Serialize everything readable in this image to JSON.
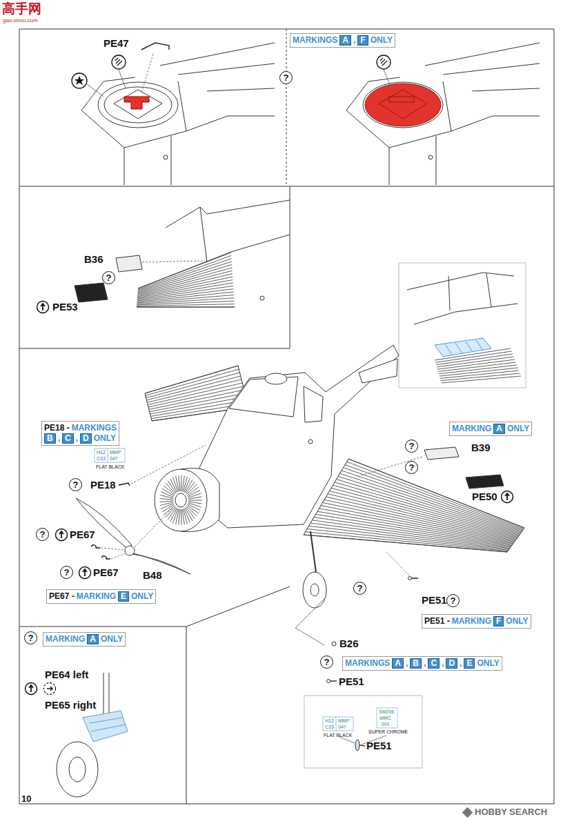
{
  "diagram": {
    "nodes": [
      {
        "text": [
          "MARKINGS",
          "A",
          ",",
          "F",
          "ONLY"
        ]
      },
      {
        "text": [
          "PE18 -",
          "MARKINGS",
          "B",
          ",",
          "C",
          ",",
          "D",
          "ONLY"
        ]
      },
      {
        "text": [
          "MARKING",
          "A",
          "ONLY"
        ]
      },
      {
        "text": [
          "PE67 -",
          "MARKING",
          "E",
          "ONLY"
        ]
      },
      {
        "text": [
          "PE51 -",
          "MARKING",
          "F",
          "ONLY"
        ]
      },
      {
        "text": [
          "MARKING",
          "A",
          "ONLY"
        ]
      },
      {
        "text": [
          "MARKINGS",
          "A",
          ",",
          "B",
          ",",
          "C",
          ",",
          "D",
          ",",
          "E",
          "ONLY"
        ]
      }
    ],
    "labels": [
      "高手网",
      "gao-shou.com",
      "PE47",
      "B36",
      "PE53",
      "PE18",
      "H12",
      "MMP",
      "C33",
      "047",
      "FLAT BLACK",
      "B39",
      "PE50",
      "PE67",
      "PE67",
      "B48",
      "PE51",
      "B26",
      "PE51",
      "PE64 left",
      "PE65 right",
      "H12",
      "MMP",
      "C33",
      "047",
      "FLAT BLACK",
      "SM206",
      "MMC",
      "001",
      "SUPER CHROME",
      "PE51",
      "10",
      "HOBBY SEARCH",
      "?",
      "?",
      "?",
      "?",
      "?",
      "?",
      "?",
      "?",
      "?",
      "?",
      "?"
    ]
  }
}
